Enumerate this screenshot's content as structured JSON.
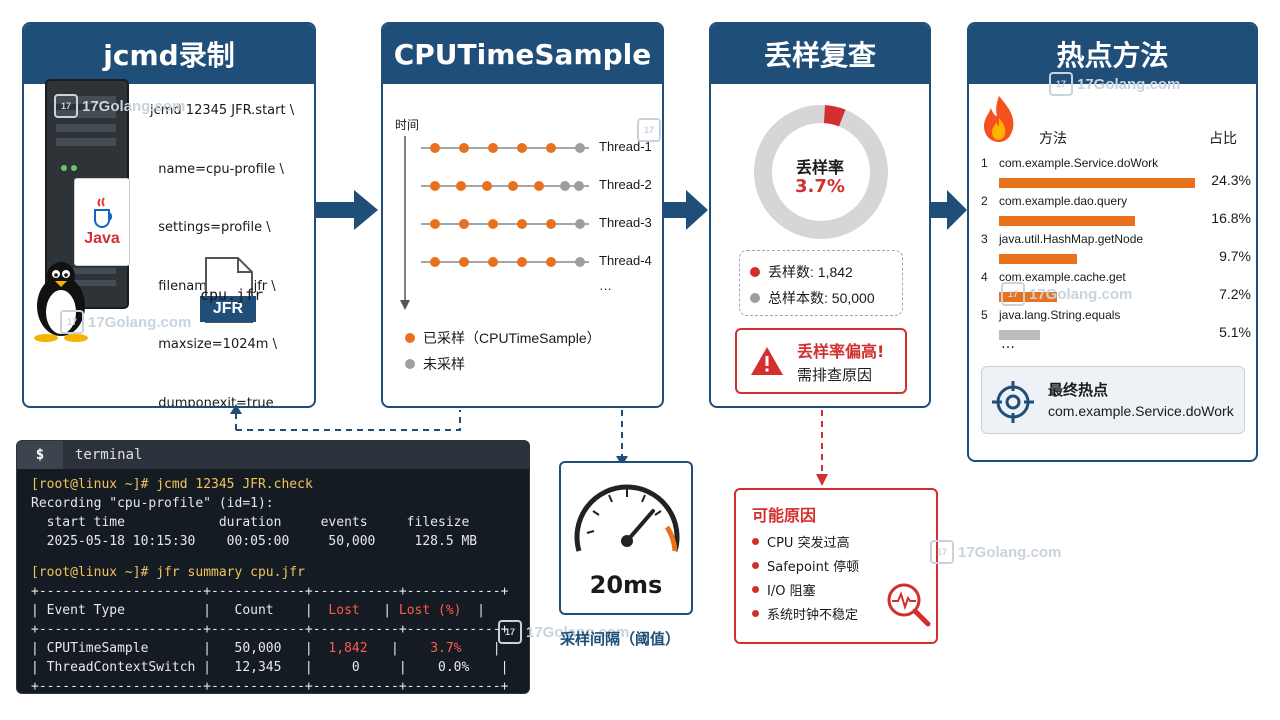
{
  "panels": {
    "recording": {
      "title": "jcmd录制",
      "command_lines": [
        "jcmd 12345 JFR.start \\",
        "  name=cpu-profile \\",
        "  settings=profile \\",
        "  filename=cpu.jfr \\",
        "  maxsize=1024m \\",
        "  dumponexit=true"
      ],
      "java_label": "Java",
      "jfr_label": "JFR",
      "file_name": "cpu.jfr"
    },
    "sampling": {
      "title": "CPUTimeSample",
      "time_label": "时间",
      "threads": [
        {
          "name": "Thread-1",
          "samples": [
            "s",
            "s",
            "s",
            "s",
            "s",
            "u"
          ]
        },
        {
          "name": "Thread-2",
          "samples": [
            "s",
            "s",
            "s",
            "s",
            "s",
            "u",
            "u"
          ]
        },
        {
          "name": "Thread-3",
          "samples": [
            "s",
            "s",
            "s",
            "s",
            "s",
            "u"
          ]
        },
        {
          "name": "Thread-4",
          "samples": [
            "s",
            "s",
            "s",
            "s",
            "s",
            "u"
          ]
        }
      ],
      "more": "…",
      "legend": [
        {
          "label": "已采样（CPUTimeSample）",
          "color": "#e8711c"
        },
        {
          "label": "未采样",
          "color": "#9e9e9e"
        }
      ]
    },
    "loss": {
      "title": "丢样复查",
      "rate_label": "丢样率",
      "rate_value": "3.7%",
      "rate_fraction": 0.037,
      "lost_label": "丢样数: 1,842",
      "total_label": "总样本数: 50,000",
      "warn_title": "丢样率偏高!",
      "warn_sub": "需排查原因"
    },
    "hotspot": {
      "title": "热点方法",
      "col_method": "方法",
      "col_share": "占比",
      "rows": [
        {
          "rank": "1",
          "name": "com.example.Service.doWork",
          "pct": "24.3%",
          "value": 24.3,
          "color": "#e8711c"
        },
        {
          "rank": "2",
          "name": "com.example.dao.query",
          "pct": "16.8%",
          "value": 16.8,
          "color": "#e8711c"
        },
        {
          "rank": "3",
          "name": "java.util.HashMap.getNode",
          "pct": "9.7%",
          "value": 9.7,
          "color": "#e8711c"
        },
        {
          "rank": "4",
          "name": "com.example.cache.get",
          "pct": "7.2%",
          "value": 7.2,
          "color": "#e8711c"
        },
        {
          "rank": "5",
          "name": "java.lang.String.equals",
          "pct": "5.1%",
          "value": 5.1,
          "color": "#bdbdbd"
        }
      ],
      "more": "…",
      "final_label": "最终热点",
      "final_value": "com.example.Service.doWork"
    }
  },
  "terminal": {
    "tab_symbol": "$",
    "title": "terminal",
    "prompt1": "[root@linux ~]#",
    "cmd1": " jcmd 12345 JFR.check",
    "line2": "Recording \"cpu-profile\" (id=1):",
    "line3": "  start time            duration     events     filesize",
    "line4": "  2025-05-18 10:15:30    00:05:00     50,000     128.5 MB",
    "prompt2": "[root@linux ~]#",
    "cmd2": " jfr summary cpu.jfr",
    "rule": "+---------------------+------------+-----------+------------+",
    "hdr_a": "| Event Type          |   Count    | ",
    "hdr_lost": " Lost   ",
    "hdr_sep": "| ",
    "hdr_lostpct": "Lost (%) ",
    "hdr_end": " |",
    "row1_a": "| CPUTimeSample       |   50,000   |  ",
    "row1_lost": "1,842",
    "row1_mid": "   |    ",
    "row1_pct": "3.7%",
    "row1_end": "    |",
    "row2": "| ThreadContextSwitch |   12,345   |     0     |    0.0%    |"
  },
  "threshold": {
    "value": "20ms",
    "caption": "采样间隔（阈值）"
  },
  "causes": {
    "title": "可能原因",
    "items": [
      "CPU 突发过高",
      "Safepoint 停顿",
      "I/O 阻塞",
      "系统时钟不稳定"
    ]
  },
  "watermark": "17Golang.com",
  "colors": {
    "navy": "#1f4e79",
    "orange": "#e8711c",
    "red": "#d32f2f",
    "grey": "#9e9e9e"
  }
}
